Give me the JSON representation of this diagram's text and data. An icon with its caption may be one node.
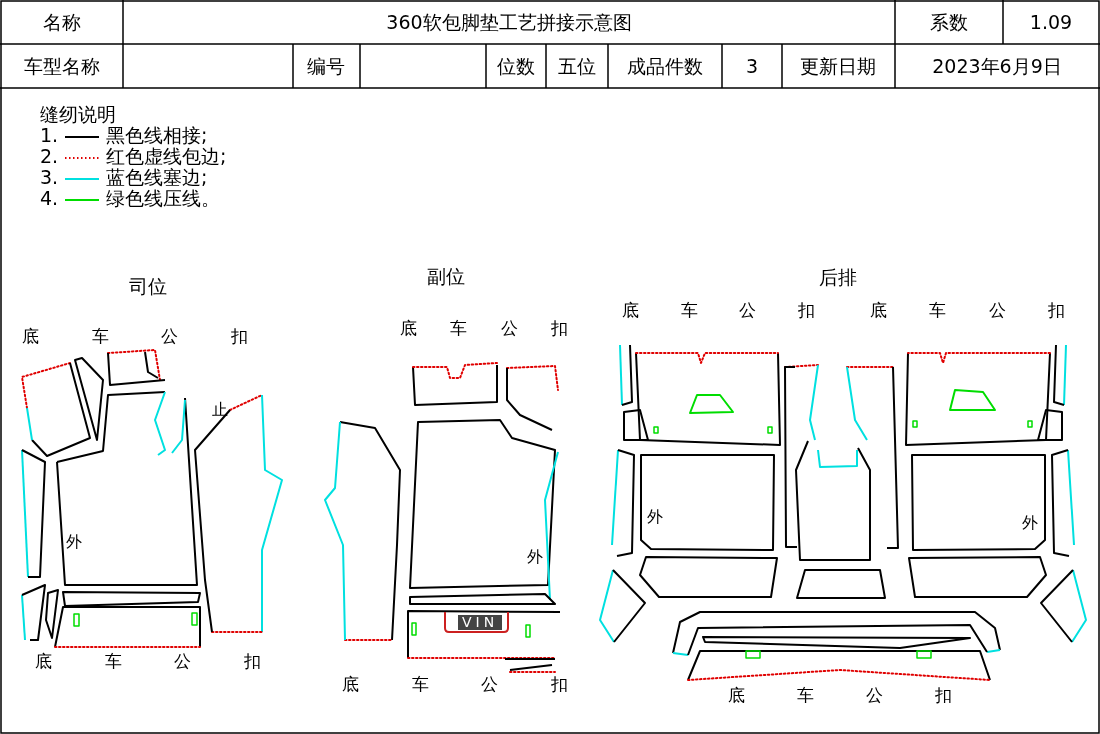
{
  "diagram": {
    "title": "360软包脚垫工艺拼接示意图",
    "labels": [
      "名称",
      "系数",
      "1.09",
      "车型名称",
      "编号",
      "位数",
      "五位",
      "成品件数",
      "3",
      "更新日期",
      "2023年6月9日",
      "缝纫说明",
      "1.",
      "2.",
      "3.",
      "4.",
      "司位",
      "副位",
      "后排",
      "底车公扣",
      "底车公扣",
      "底车公扣",
      "底车公扣",
      "底车公扣",
      "底车公扣",
      "底车公扣",
      "止",
      "外",
      "外",
      "外",
      "外",
      "VIN"
    ],
    "legend": [
      {
        "text": "黑色线相接;"
      },
      {
        "text": "红色虚线包边;"
      },
      {
        "text": "蓝色线塞边;"
      },
      {
        "text": "绿色线压线。"
      }
    ]
  }
}
